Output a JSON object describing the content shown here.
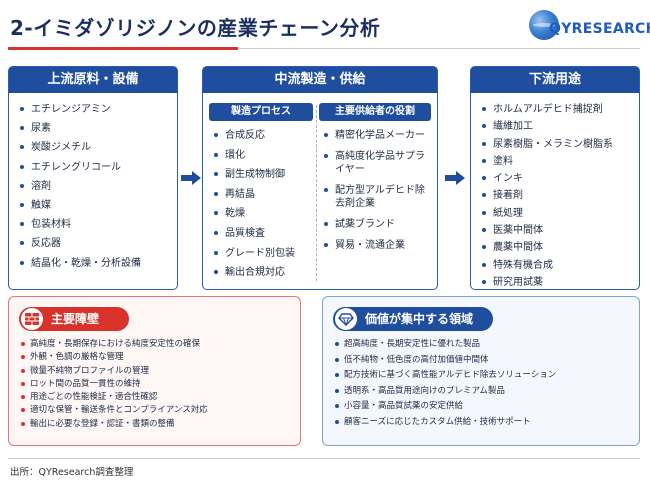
{
  "title": "2-イミダゾリジノンの産業チェーン分析",
  "logo": {
    "text": "QYRESEARCH",
    "icon": "globe-icon",
    "color": "#1f5cc0"
  },
  "colors": {
    "navy": "#1f4e9e",
    "red": "#d8332a"
  },
  "upstream": {
    "heading": "上流原料・設備",
    "items": [
      "エチレンジアミン",
      "尿素",
      "炭酸ジメチル",
      "エチレングリコール",
      "溶剤",
      "触媒",
      "包装材料",
      "反応器",
      "結晶化・乾燥・分析設備"
    ]
  },
  "midstream": {
    "heading": "中流製造・供給",
    "process": {
      "heading": "製造プロセス",
      "items": [
        "合成反応",
        "環化",
        "副生成物制御",
        "再結晶",
        "乾燥",
        "品質検査",
        "グレード別包装",
        "輸出合規対応"
      ]
    },
    "suppliers": {
      "heading": "主要供給者の役割",
      "items": [
        "精密化学品メーカー",
        "高純度化学品サプライヤー",
        "配方型アルデヒド除去剤企業",
        "試薬ブランド",
        "貿易・流通企業"
      ]
    }
  },
  "downstream": {
    "heading": "下流用途",
    "items": [
      "ホルムアルデヒド捕捉剤",
      "繊維加工",
      "尿素樹脂・メラミン樹脂系",
      "塗料",
      "インキ",
      "接着剤",
      "紙処理",
      "医薬中間体",
      "農薬中間体",
      "特殊有機合成",
      "研究用試薬"
    ]
  },
  "barriers": {
    "heading": "主要障壁",
    "icon": "brick-wall-icon",
    "items": [
      "高純度・長期保存における純度安定性の確保",
      "外観・色調の厳格な管理",
      "微量不純物プロファイルの管理",
      "ロット間の品質一貫性の維持",
      "用途ごとの性能検証・適合性確認",
      "適切な保管・輸送条件とコンプライアンス対応",
      "輸出に必要な登録・認証・書類の整備"
    ]
  },
  "value": {
    "heading": "価値が集中する領域",
    "icon": "diamond-icon",
    "items": [
      "超高純度・長期安定性に優れた製品",
      "低不純物・低色度の高付加価値中間体",
      "配方技術に基づく高性能アルデヒド除去ソリューション",
      "透明系・高品質用途向けのプレミアム製品",
      "小容量・高品質試薬の安定供給",
      "顧客ニーズに応じたカスタム供給・技術サポート"
    ]
  },
  "source": "出所：QYResearch調査整理"
}
